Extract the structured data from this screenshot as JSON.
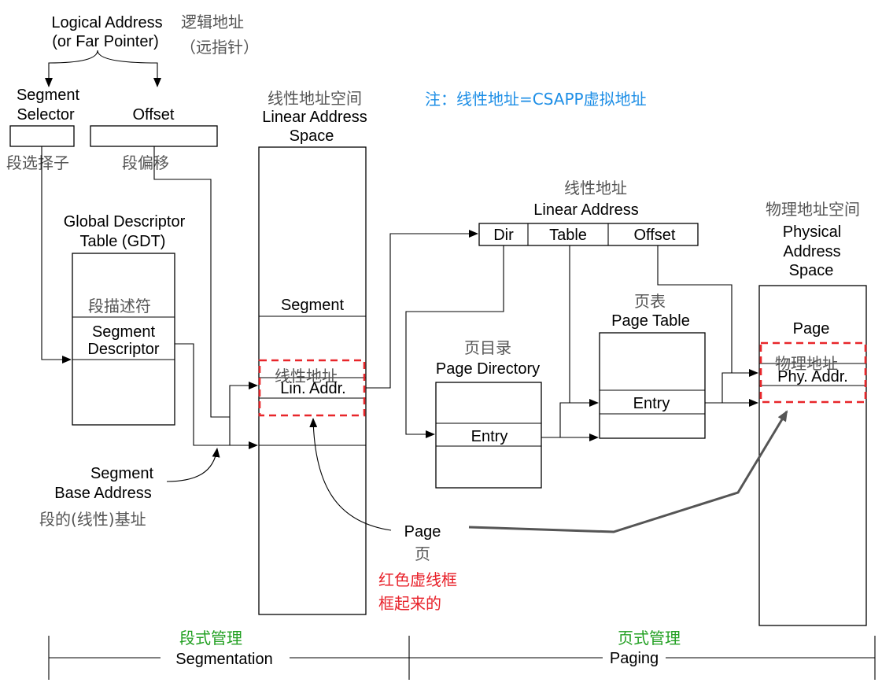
{
  "logical_address": {
    "line1": "Logical Address",
    "line2": "(or Far Pointer)",
    "cn1": "逻辑地址",
    "cn2": "（远指针）"
  },
  "segment_selector": {
    "line1": "Segment",
    "line2": "Selector",
    "cn": "段选择子"
  },
  "offset": {
    "label": "Offset",
    "cn": "段偏移"
  },
  "gdt": {
    "line1": "Global Descriptor",
    "line2": "Table (GDT)",
    "entry_cn": "段描述符",
    "entry1": "Segment",
    "entry2": "Descriptor"
  },
  "segment_base": {
    "line1": "Segment",
    "line2": "Base Address",
    "cn": "段的(线性)基址"
  },
  "linear_space": {
    "cn": "线性地址空间",
    "line1": "Linear Address",
    "line2": "Space",
    "segment": "Segment",
    "lin_cn": "线性地址",
    "lin_addr": "Lin. Addr."
  },
  "note": "注：线性地址=CSAPP虚拟地址",
  "linear_address": {
    "cn": "线性地址",
    "label": "Linear Address",
    "dir": "Dir",
    "table": "Table",
    "offset": "Offset"
  },
  "page_directory": {
    "cn": "页目录",
    "label": "Page Directory",
    "entry": "Entry"
  },
  "page_table": {
    "cn": "页表",
    "label": "Page Table",
    "entry": "Entry"
  },
  "physical_space": {
    "cn": "物理地址空间",
    "line1": "Physical",
    "line2": "Address",
    "line3": "Space",
    "page": "Page",
    "phy_cn": "物理地址",
    "phy_addr": "Phy. Addr."
  },
  "page_callout": {
    "label": "Page",
    "cn": "页",
    "red1": "红色虚线框",
    "red2": "框起来的"
  },
  "footer": {
    "seg_cn": "段式管理",
    "seg": "Segmentation",
    "page_cn": "页式管理",
    "page": "Paging"
  },
  "colors": {
    "red": "#e8262a",
    "green": "#22a022",
    "blue": "#1d8ee6",
    "gray": "#555555"
  }
}
